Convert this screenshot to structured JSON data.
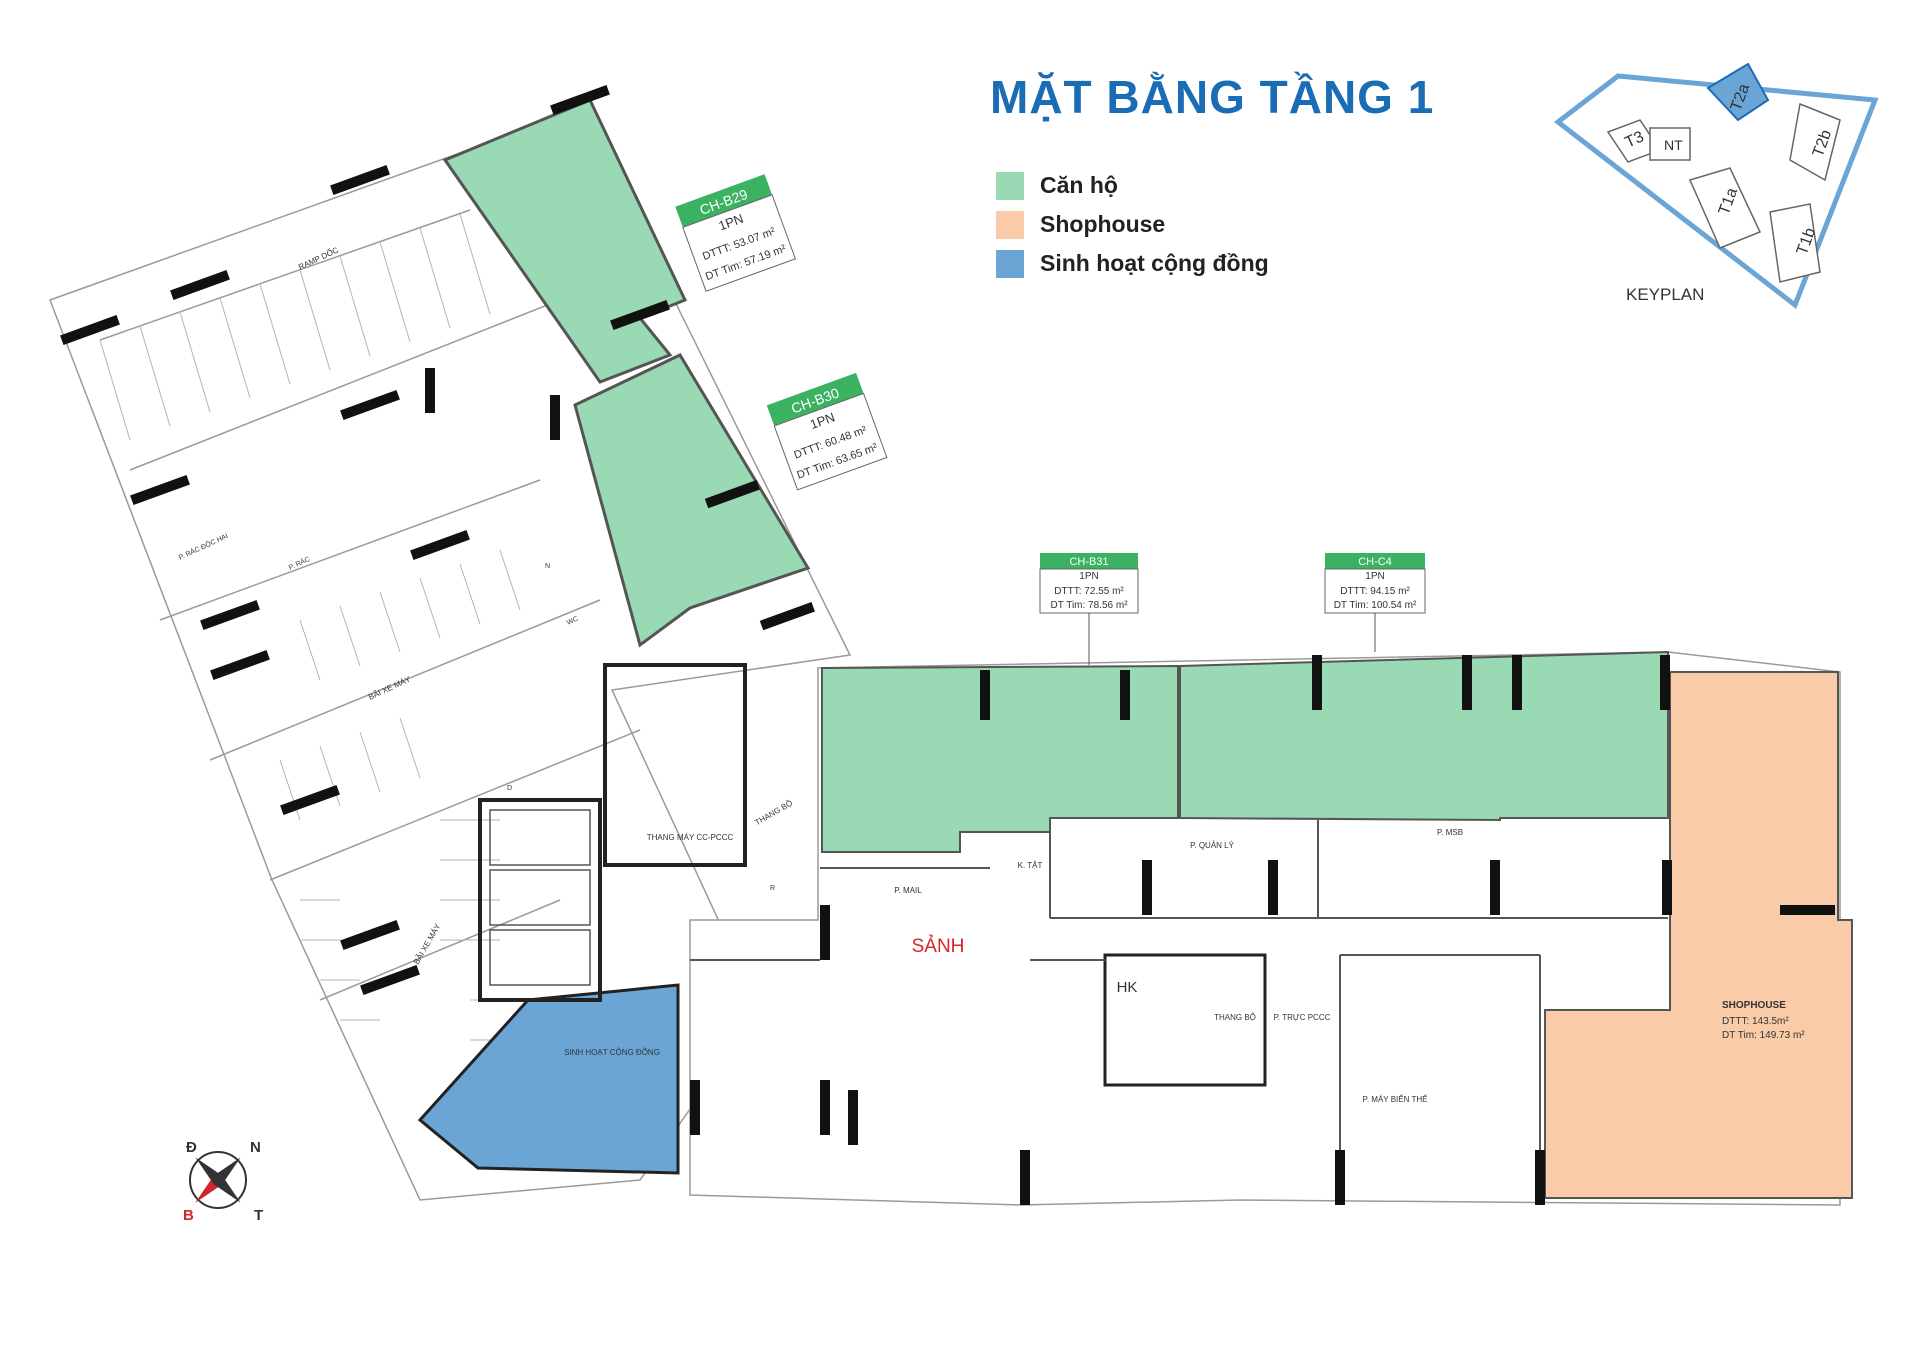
{
  "title": "MẶT BẰNG TẦNG 1",
  "legend": [
    {
      "label": "Căn hộ",
      "color": "#99d9b4"
    },
    {
      "label": "Shophouse",
      "color": "#f9cba8"
    },
    {
      "label": "Sinh hoạt cộng đồng",
      "color": "#6aa5d6"
    }
  ],
  "colors": {
    "apartment": "#99d9b4",
    "shophouse": "#f9cba8",
    "community": "#6aa5d6",
    "tag_green": "#3bb262",
    "wall": "#111111",
    "line": "#9a9a9a",
    "title": "#1a6db5",
    "lobby_text": "#d6242d"
  },
  "keyplan": {
    "caption": "KEYPLAN",
    "towers": [
      "T3",
      "NT",
      "T2a",
      "T2b",
      "T1a",
      "T1b"
    ]
  },
  "units": [
    {
      "code": "CH-B29",
      "type": "1PN",
      "dttt": "DTTT: 53.07 m²",
      "dtt": "DT Tim: 57.19 m²"
    },
    {
      "code": "CH-B30",
      "type": "1PN",
      "dttt": "DTTT: 60.48 m²",
      "dtt": "DT Tim: 63.65 m²"
    },
    {
      "code": "CH-B31",
      "type": "1PN",
      "dttt": "DTTT: 72.55 m²",
      "dtt": "DT Tim: 78.56 m²"
    },
    {
      "code": "CH-C4",
      "type": "1PN",
      "dttt": "DTTT: 94.15 m²",
      "dtt": "DT Tim: 100.54 m²"
    }
  ],
  "shophouse": {
    "label": "SHOPHOUSE",
    "dttt": "DTTT: 143.5m²",
    "dtt": "DT Tim: 149.73 m²"
  },
  "rooms": {
    "lobby": "SẢNH",
    "community": "SINH HOẠT CỘNG ĐỒNG",
    "quan_ly": "P. QUẢN LÝ",
    "msb": "P. MSB",
    "mail": "P. MAIL",
    "k_tat": "K. TẬT",
    "truc_pccc": "P. TRỰC PCCC",
    "may_bien_the": "P. MÁY BIẾN THẾ",
    "thang_bo_1": "THANG BỘ",
    "thang_bo_2": "THANG BỘ",
    "thang_may": "THANG MÁY CC-PCCC",
    "hk": "HK",
    "ramp": "RAMP DỐC",
    "bai_xe_1": "BÃI XE MÁY",
    "bai_xe_2": "BÃI XE MÁY",
    "rac_doc_hai": "P. RÁC ĐỘC HẠI",
    "rac": "P. RÁC",
    "wc": "WC",
    "n": "N",
    "d": "D",
    "r": "R"
  },
  "compass": {
    "n": "N",
    "d": "Đ",
    "b": "B",
    "t": "T"
  }
}
